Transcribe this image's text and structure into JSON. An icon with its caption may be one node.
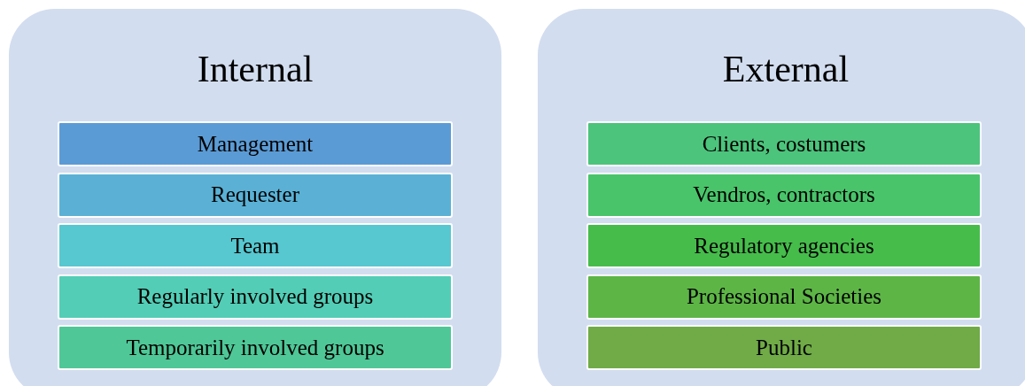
{
  "diagram": {
    "nodes": [
      {
        "text": [
          "Internal"
        ]
      },
      {
        "text": [
          "Management"
        ],
        "in": 0
      },
      {
        "text": [
          "Requester"
        ],
        "in": 0
      },
      {
        "text": [
          "Team"
        ],
        "in": 0
      },
      {
        "text": [
          "Regularly involved groups"
        ],
        "in": 0
      },
      {
        "text": [
          "Temporarily involved groups"
        ],
        "in": 0
      },
      {
        "text": [
          "External"
        ]
      },
      {
        "text": [
          "Clients, costumers"
        ],
        "in": 6
      },
      {
        "text": [
          "Vendros, contractors"
        ],
        "in": 6
      },
      {
        "text": [
          "Regulatory agencies"
        ],
        "in": 6
      },
      {
        "text": [
          "Professional Societies"
        ],
        "in": 6
      },
      {
        "text": [
          "Public"
        ],
        "in": 6
      }
    ]
  }
}
